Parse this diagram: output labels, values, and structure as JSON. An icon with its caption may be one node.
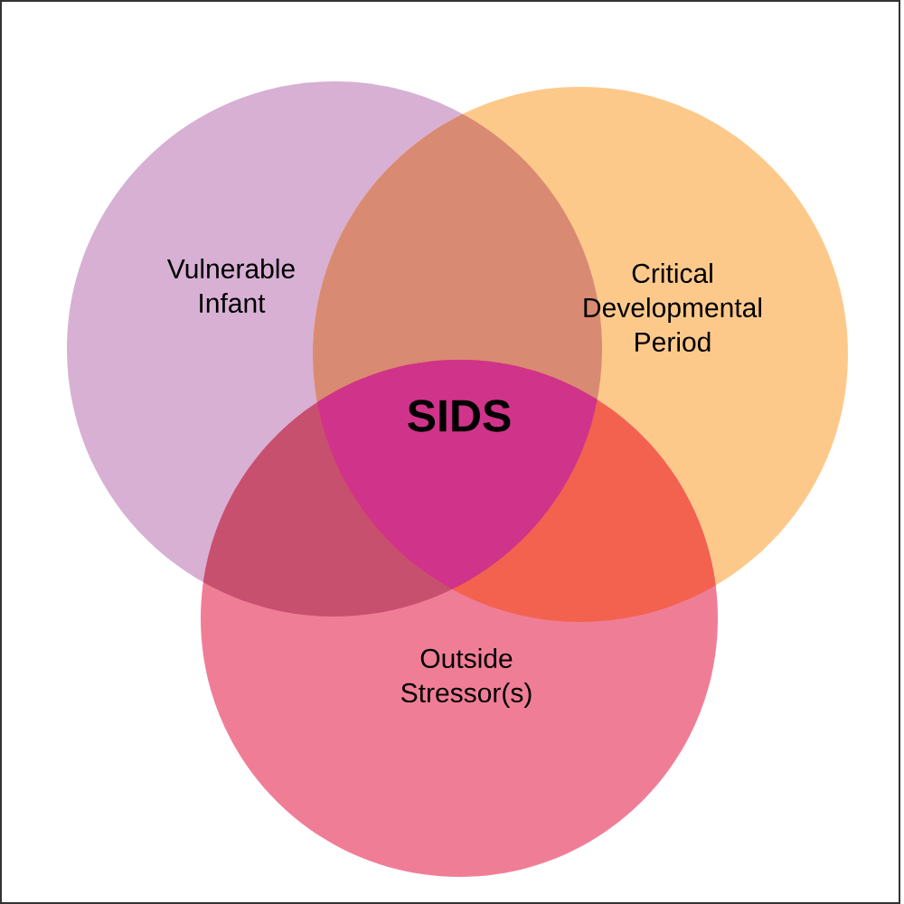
{
  "diagram": {
    "nodes": [
      {
        "text": [
          "Vulnerable Infant"
        ]
      },
      {
        "text": [
          "Critical Developmental Period"
        ]
      },
      {
        "text": [
          "Outside Stressor(s)"
        ]
      }
    ],
    "labels": [
      "**SIDS**"
    ]
  }
}
